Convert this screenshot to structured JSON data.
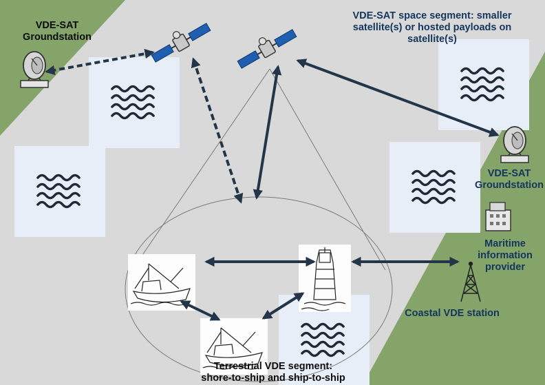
{
  "labels": {
    "groundstation_left": "VDE-SAT\nGroundstation",
    "space_segment": "VDE-SAT space segment: smaller\nsatellite(s) or hosted payloads on\nsatellite(s)",
    "groundstation_right": "VDE-SAT\nGroundstation",
    "maritime_provider": "Maritime\ninformation\nprovider",
    "coastal_station": "Coastal VDE station",
    "terrestrial_segment": "Terrestrial VDE segment:\nshore-to-ship and ship-to-ship"
  },
  "icons": {
    "satellite": "satellite-icon",
    "dish": "satellite-dish-icon",
    "wave": "water-wave-icon",
    "ship": "ship-icon",
    "building": "building-icon",
    "tower": "radio-tower-icon"
  },
  "colors": {
    "background": "#d9d9d9",
    "land_green": "#84a469",
    "sea_panel": "#e8eef7",
    "wave_stroke": "#1f2a36",
    "arrow": "#233548",
    "label_text": "#14365c",
    "solar_panel": "#1f5fb0"
  }
}
